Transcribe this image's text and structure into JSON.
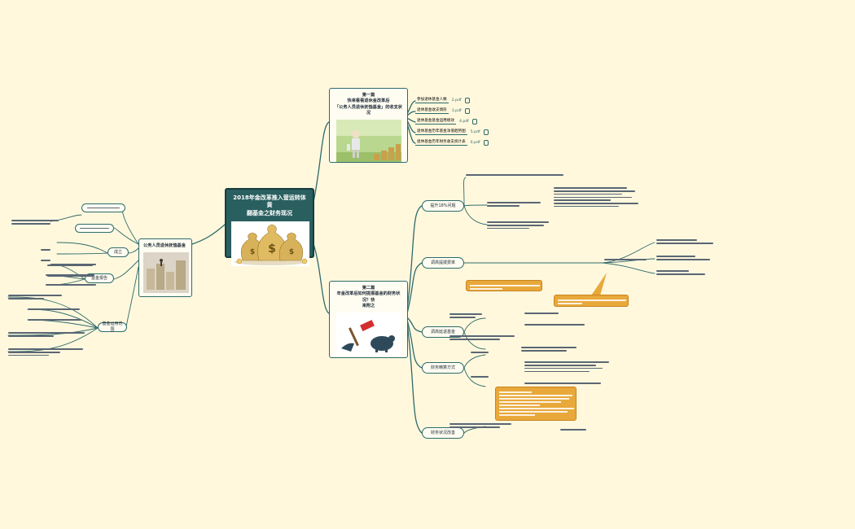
{
  "central": {
    "title_line1": "2018年金改革推入营运转体黄",
    "title_line2": "翻基金之财务现况"
  },
  "card_top": {
    "line1": "第一篇",
    "line2": "快来看看退休金改革后",
    "line3": "「公务人员退休抚恤基金」的收支状况"
  },
  "card_bottom": {
    "line1": "第二篇",
    "line2": "年金改革后如何提振基金的财务状况？快",
    "line3": "来附之"
  },
  "card_left": {
    "title": "公务人员退休抚恤基金"
  },
  "files": [
    {
      "name": "参加退休基金人数",
      "file": "2.pdf"
    },
    {
      "name": "退休基金收支情形",
      "file": "3.pdf"
    },
    {
      "name": "退休基金基金运用绩效",
      "file": "4.pdf"
    },
    {
      "name": "退休基金历年基金净值趋势图",
      "file": "5.pdf"
    },
    {
      "name": "退休基金历年财务收支统计表",
      "file": "6.pdf"
    }
  ],
  "right_topics": [
    {
      "label": "提升18%问题"
    },
    {
      "label": "调高提拨费率"
    },
    {
      "label": "调高延退基金"
    },
    {
      "label": "财务精算方式"
    },
    {
      "label": "财务状况改善"
    }
  ],
  "left_topics": [
    {
      "label": "成立"
    },
    {
      "label": "基金报告"
    },
    {
      "label": "基金运用范围"
    }
  ],
  "colors": {
    "accent": "#2e6a6a",
    "central_bg": "#2a5f60",
    "callout": "#e8a83a"
  }
}
